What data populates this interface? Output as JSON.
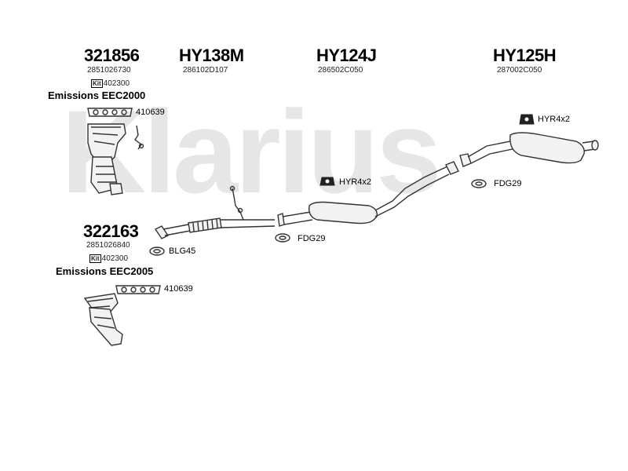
{
  "watermark": "Klarius",
  "parts": [
    {
      "id": "p1",
      "number": "321856",
      "oem": "2851026730"
    },
    {
      "id": "p2",
      "number": "HY138M",
      "oem": "286102D107"
    },
    {
      "id": "p3",
      "number": "HY124J",
      "oem": "286502C050"
    },
    {
      "id": "p4",
      "number": "HY125H",
      "oem": "287002C050"
    },
    {
      "id": "p5",
      "number": "322163",
      "oem": "2851026840"
    }
  ],
  "kits": [
    {
      "badge": "Kit",
      "number": "402300"
    },
    {
      "badge": "Kit",
      "number": "402300"
    }
  ],
  "emissions": [
    "Emissions EEC2000",
    "Emissions EEC2005"
  ],
  "fittings": {
    "f1": "410639",
    "f2": "410639",
    "hyr_a": "HYR4x2",
    "hyr_b": "HYR4x2",
    "fdg_a": "FDG29",
    "fdg_b": "FDG29",
    "blg": "BLG45"
  }
}
